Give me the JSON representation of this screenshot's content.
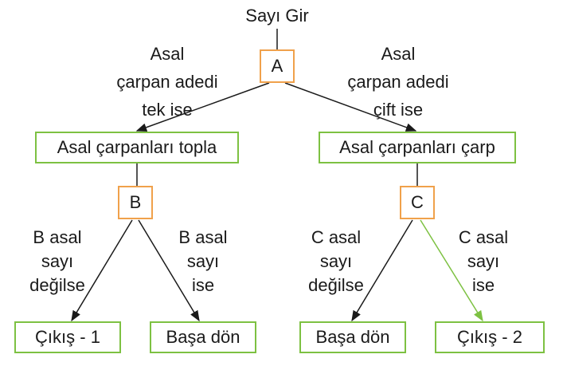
{
  "start_label": "Sayı Gir",
  "nodes": {
    "A": "A",
    "B": "B",
    "C": "C",
    "sum": "Asal çarpanları topla",
    "mult": "Asal çarpanları çarp",
    "exit1": "Çıkış - 1",
    "back_left": "Başa dön",
    "back_right": "Başa dön",
    "exit2": "Çıkış - 2"
  },
  "edge_labels": {
    "a_left": [
      "Asal",
      "çarpan adedi",
      "tek ise"
    ],
    "a_right": [
      "Asal",
      "çarpan adedi",
      "çift ise"
    ],
    "b_left": [
      "B asal",
      "sayı",
      "değilse"
    ],
    "b_right": [
      "B asal",
      "sayı",
      "ise"
    ],
    "c_left": [
      "C asal",
      "sayı",
      "değilse"
    ],
    "c_right": [
      "C asal",
      "sayı",
      "ise"
    ]
  },
  "colors": {
    "green": "#7dc142",
    "orange": "#f0a14b",
    "line": "#1a1a1a",
    "green_arrow": "#7dc142"
  }
}
